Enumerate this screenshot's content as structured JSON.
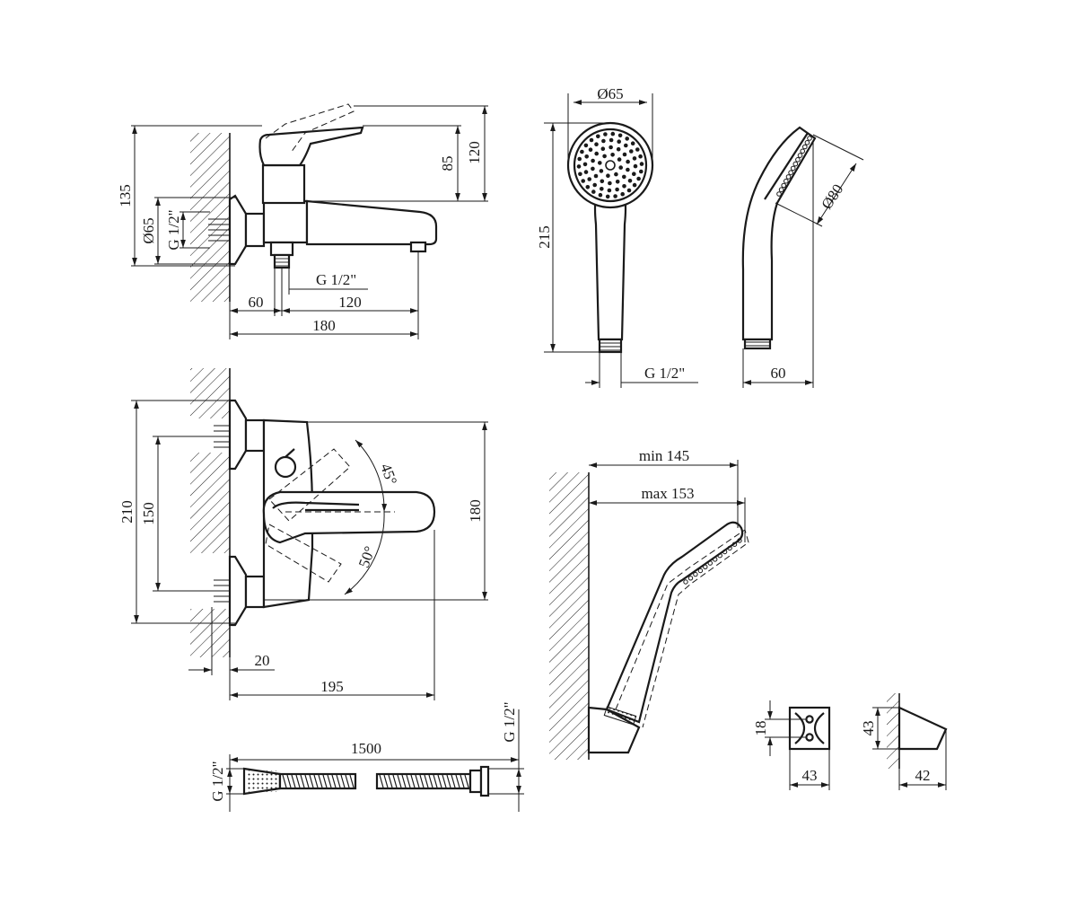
{
  "colors": {
    "line": "#1a1a1a",
    "background": "#ffffff"
  },
  "mixer_side": {
    "overall_height": "135",
    "flange_diameter": "Ø65",
    "inlet_thread": "G 1/2\"",
    "handle_height": "85",
    "handle_lift_height": "120",
    "outlet_thread": "G 1/2\"",
    "wall_to_axis": "60",
    "axis_to_spout": "120",
    "total_depth": "180"
  },
  "hand_shower_front": {
    "head_diameter": "Ø65",
    "length": "215",
    "thread": "G 1/2\""
  },
  "hand_shower_side": {
    "face_diameter": "Ø80",
    "depth": "60"
  },
  "mixer_top": {
    "eccentric_spread": "210",
    "inlet_spacing": "150",
    "height_180": "180",
    "lever_angle_up": "45°",
    "lever_angle_down": "50°",
    "wall_offset": "20",
    "total_length": "195"
  },
  "holder_assembly": {
    "min_reach": "min 145",
    "max_reach": "max 153"
  },
  "hose": {
    "length": "1500",
    "thread_left": "G 1/2\"",
    "thread_right": "G 1/2\""
  },
  "holder_bracket": {
    "hole_spacing": "18",
    "width": "43",
    "height": "43",
    "depth": "42"
  }
}
